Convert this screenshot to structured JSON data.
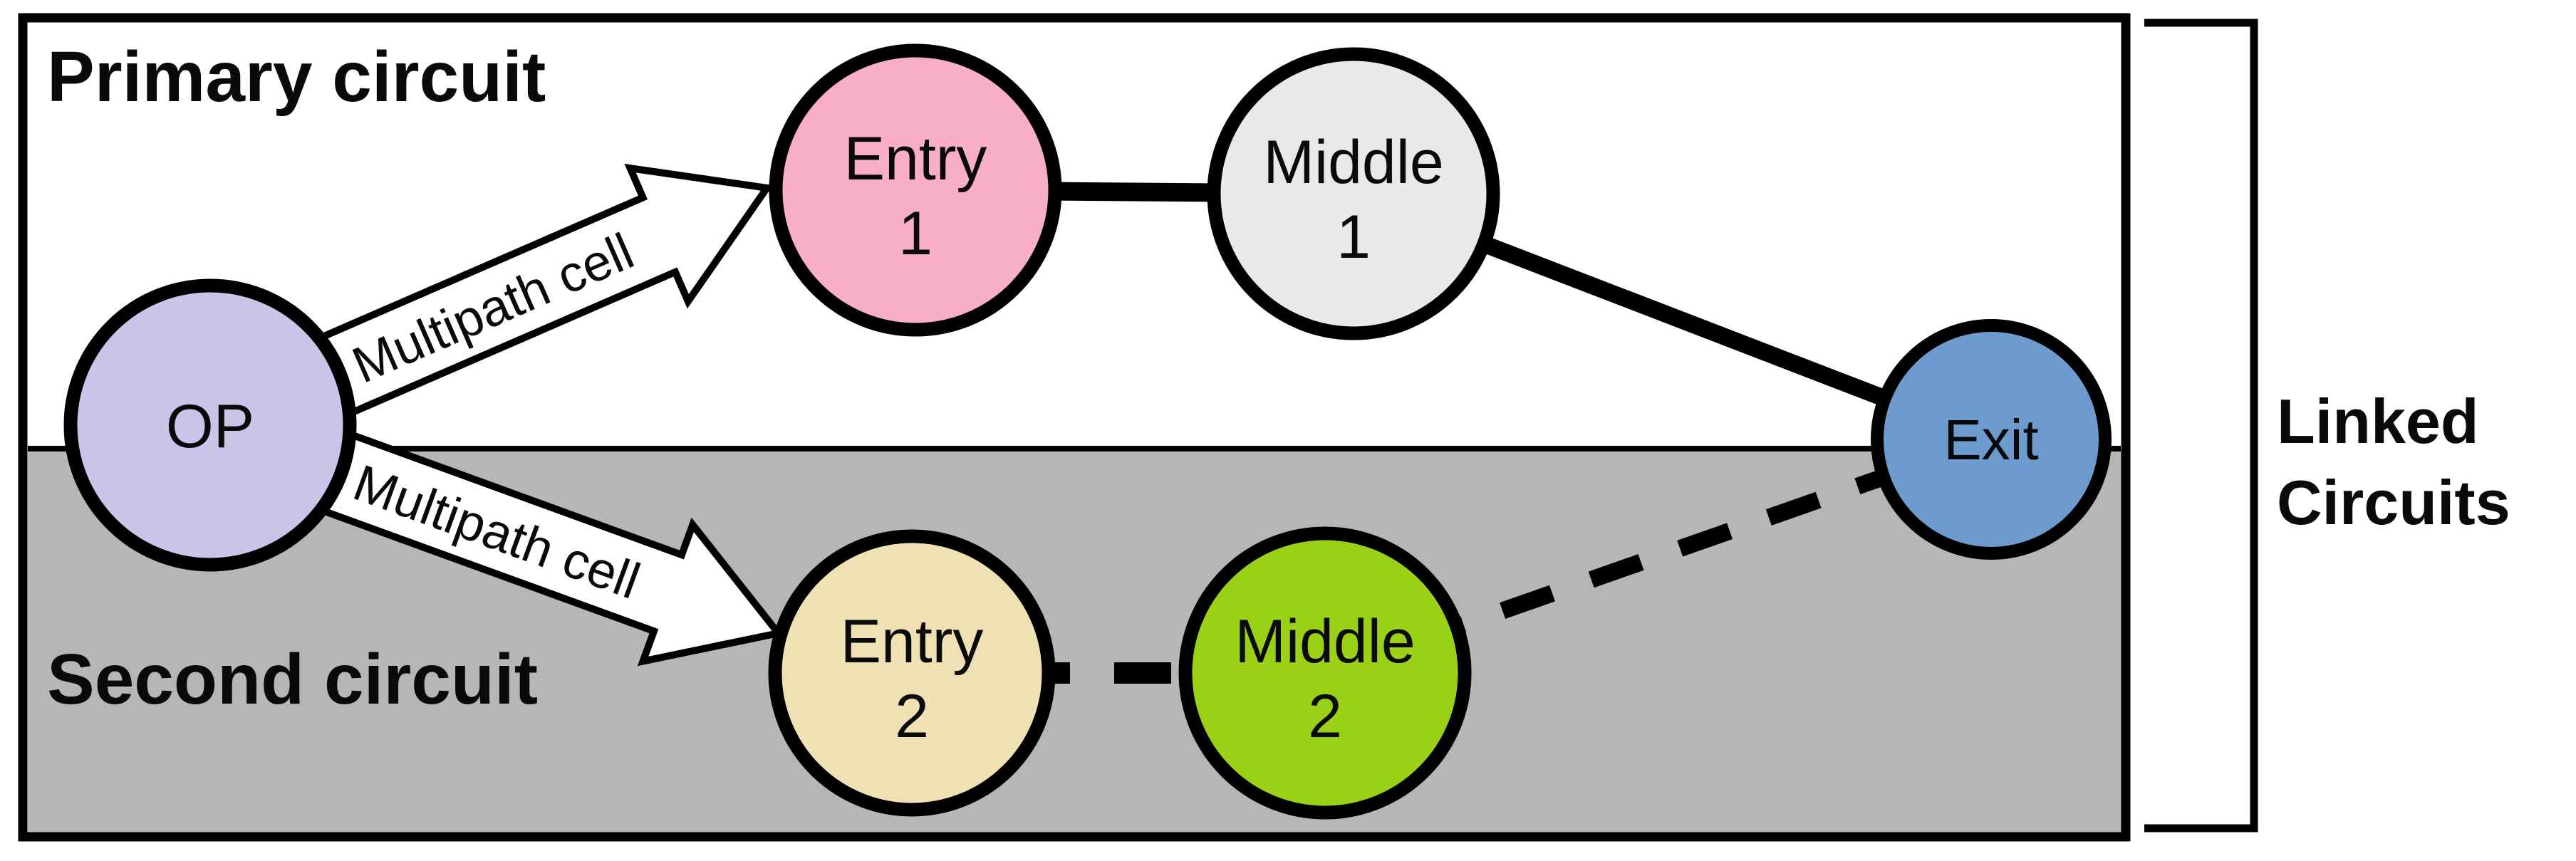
{
  "titles": {
    "primary": "Primary circuit",
    "second": "Second circuit",
    "linked_line1": "Linked",
    "linked_line2": "Circuits"
  },
  "arrows": {
    "top_label": "Multipath cell",
    "bottom_label": "Multipath cell"
  },
  "nodes": {
    "op": {
      "label": "OP",
      "fill": "#ccc3e8"
    },
    "entry1": {
      "label": "Entry",
      "number": "1",
      "fill": "#f8adc9"
    },
    "middle1": {
      "label": "Middle",
      "number": "1",
      "fill": "#e9e9e9"
    },
    "entry2": {
      "label": "Entry",
      "number": "2",
      "fill": "#efe1b3"
    },
    "middle2": {
      "label": "Middle",
      "number": "2",
      "fill": "#9ad016"
    },
    "exit": {
      "label": "Exit",
      "fill": "#6d9bcd"
    }
  },
  "edges": [
    {
      "from": "op",
      "to": "entry1",
      "style": "block-arrow",
      "label": "Multipath cell"
    },
    {
      "from": "op",
      "to": "entry2",
      "style": "block-arrow",
      "label": "Multipath cell"
    },
    {
      "from": "entry1",
      "to": "middle1",
      "style": "solid"
    },
    {
      "from": "middle1",
      "to": "exit",
      "style": "solid"
    },
    {
      "from": "entry2",
      "to": "middle2",
      "style": "dashed"
    },
    {
      "from": "middle2",
      "to": "exit",
      "style": "dashed"
    }
  ],
  "colors": {
    "second_region": "#b6b6b6",
    "primary_region": "#ffffff",
    "outline": "#000000",
    "arrow_fill": "#ffffff"
  }
}
